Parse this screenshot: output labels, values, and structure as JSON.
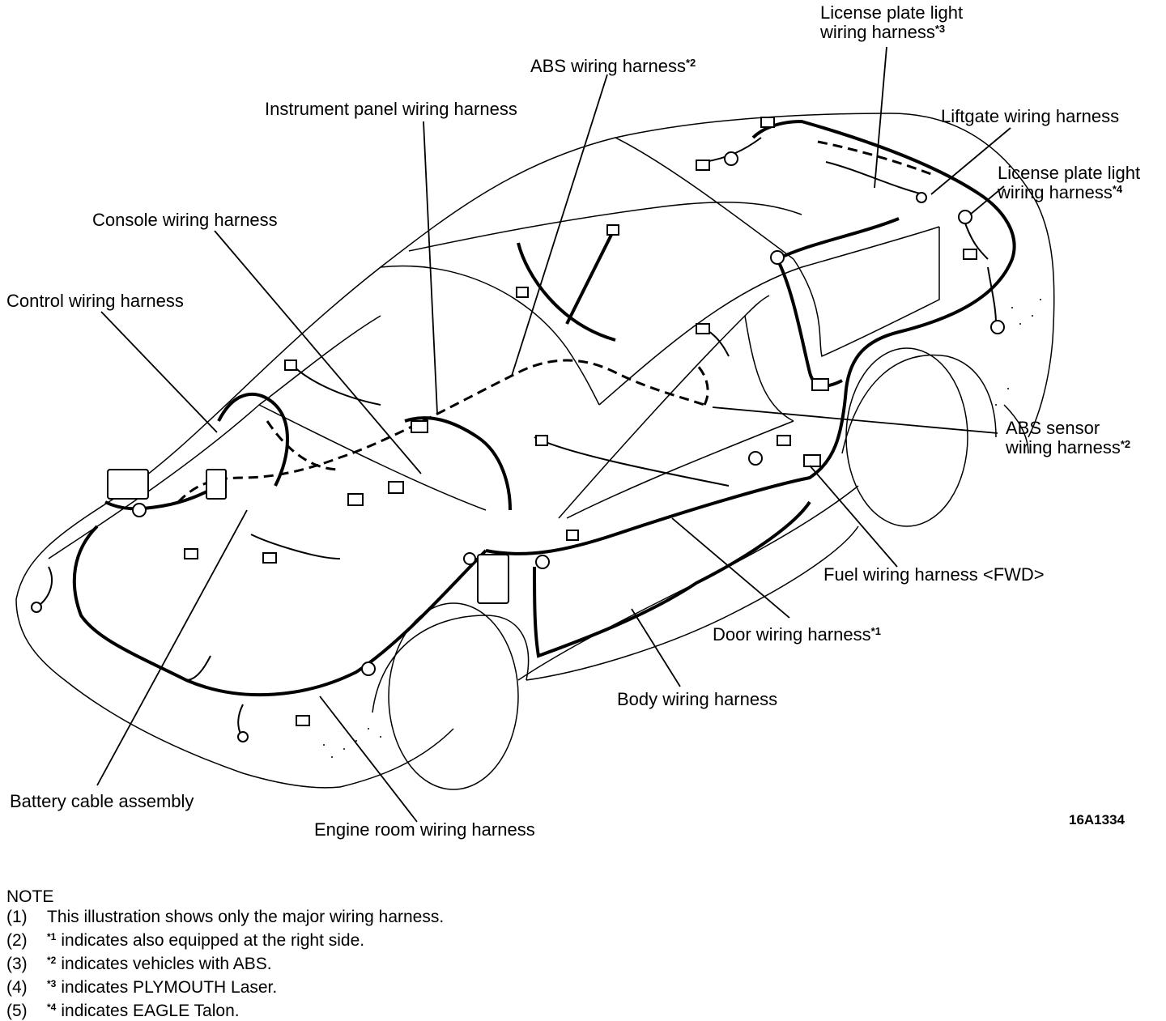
{
  "labels": {
    "license_plate_3": {
      "line1": "License plate light",
      "line2": "wiring harness",
      "sup": "*3"
    },
    "abs_harness": {
      "text": "ABS wiring harness",
      "sup": "*2"
    },
    "instrument_panel": {
      "text": "Instrument panel wiring harness"
    },
    "liftgate": {
      "text": "Liftgate wiring harness"
    },
    "license_plate_4": {
      "line1": "License plate light",
      "line2": "wiring harness",
      "sup": "*4"
    },
    "console": {
      "text": "Console wiring harness"
    },
    "control": {
      "text": "Control wiring harness"
    },
    "abs_sensor": {
      "line1": "ABS sensor",
      "line2": "wiring harness",
      "sup": "*2"
    },
    "fuel": {
      "text": "Fuel wiring harness <FWD>"
    },
    "door": {
      "text": "Door wiring harness",
      "sup": "*1"
    },
    "body": {
      "text": "Body wiring harness"
    },
    "battery": {
      "text": "Battery cable assembly"
    },
    "engine_room": {
      "text": "Engine room wiring harness"
    }
  },
  "figure_code": "16A1334",
  "notes": {
    "heading": "NOTE",
    "items": [
      {
        "num": "(1)",
        "mark": "",
        "text": "This illustration shows only the major wiring harness."
      },
      {
        "num": "(2)",
        "mark": "*1",
        "text": "indicates also equipped at the right side."
      },
      {
        "num": "(3)",
        "mark": "*2",
        "text": "indicates vehicles with ABS."
      },
      {
        "num": "(4)",
        "mark": "*3",
        "text": "indicates PLYMOUTH Laser."
      },
      {
        "num": "(5)",
        "mark": "*4",
        "text": "indicates EAGLE Talon."
      }
    ]
  }
}
